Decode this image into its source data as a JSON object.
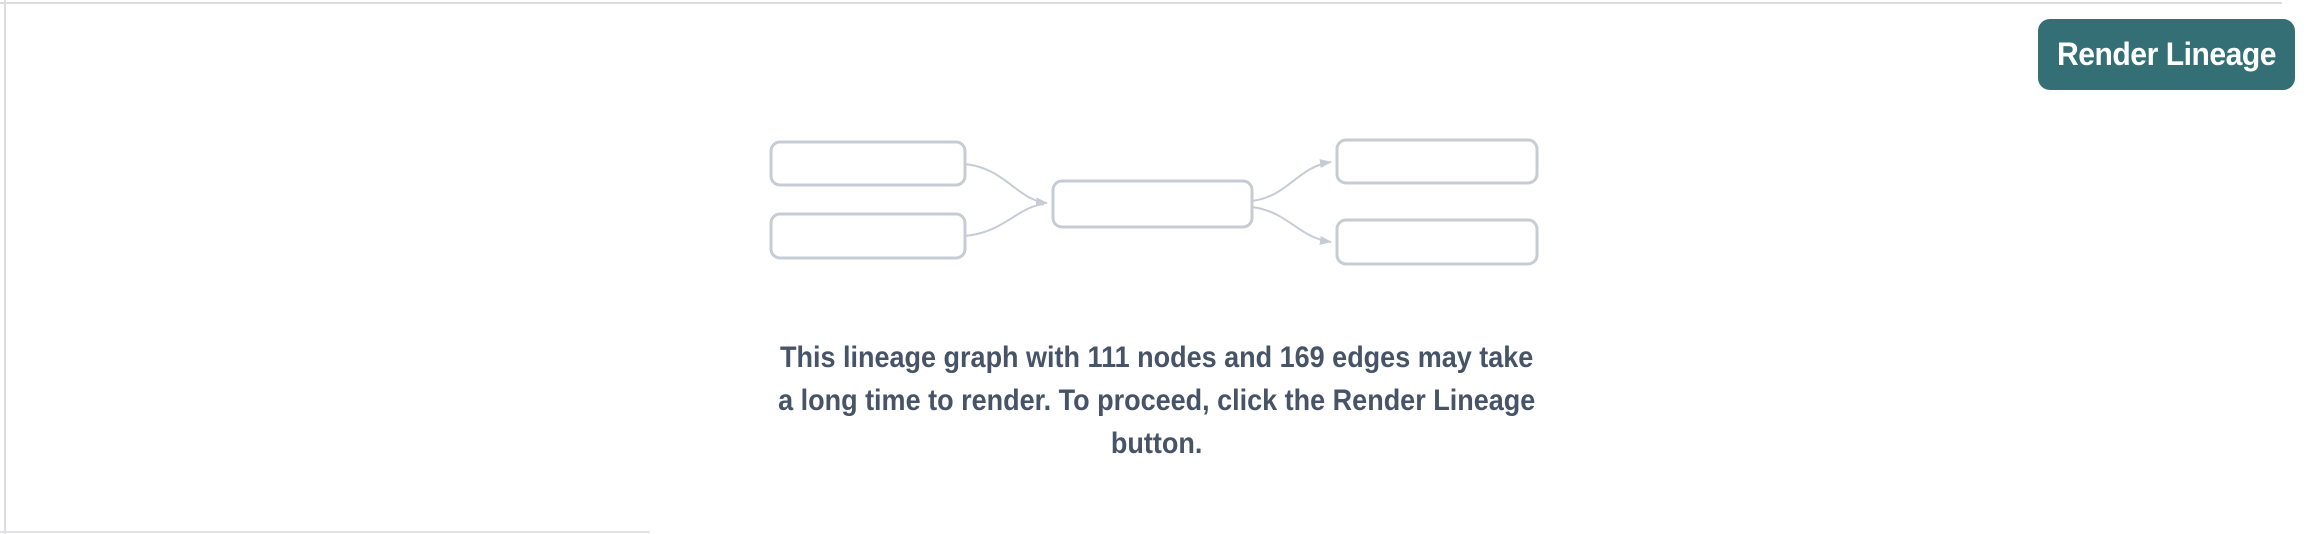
{
  "header": {
    "render_button_label": "Render Lineage"
  },
  "message": {
    "lines": [
      "This lineage graph with 111 nodes and 169 edges may take",
      "a long time to render. To proceed, click the Render Lineage",
      "button."
    ],
    "full_text": "This lineage graph with 111 nodes and 169 edges may take a long time to render. To proceed, click the Render Lineage button.",
    "node_count": "111",
    "edge_count": "169"
  },
  "diagram": {
    "box_stroke": "#c7ccd4",
    "box_fill": "#ffffff",
    "arrow_color": "#c7ccd4"
  },
  "colors": {
    "accent": "#336f75",
    "button_text": "#ffffff",
    "message_text": "#475467",
    "panel_border": "#dddde1",
    "background": "#ffffff"
  }
}
